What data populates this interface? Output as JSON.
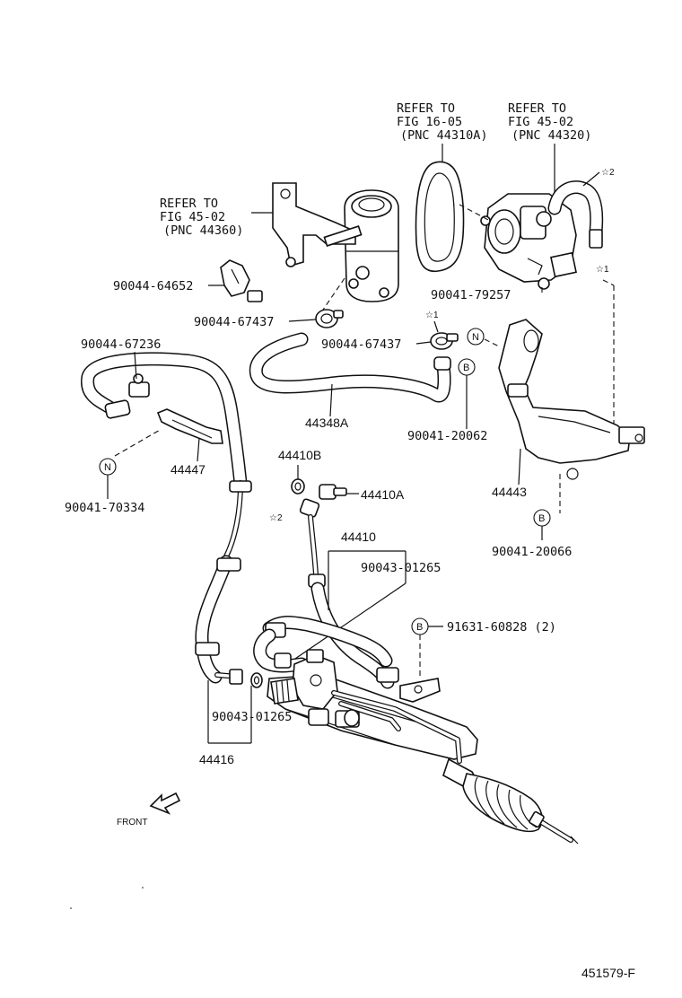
{
  "refer_notes": {
    "belt": [
      "REFER TO",
      "FIG 16-05",
      "(PNC 44310A)"
    ],
    "pump": [
      "REFER TO",
      "FIG 45-02",
      "(PNC 44320)"
    ],
    "reservoir": [
      "REFER TO",
      "FIG 45-02",
      "(PNC 44360)"
    ]
  },
  "part_numbers": {
    "clamp_64652": "90044-64652",
    "clamp_67437_a": "90044-67437",
    "clamp_67437_b": "90044-67437",
    "clamp_67236": "90044-67236",
    "bolt_79257": "90041-79257",
    "bolt_20062": "90041-20062",
    "bolt_70334": "90041-70334",
    "bolt_20066": "90041-20066",
    "hose_44348A": "44348A",
    "clamp_44447": "44447",
    "bracket_44443": "44443",
    "union_44410B": "44410B",
    "bolt_44410A": "44410A",
    "hose_44410": "44410",
    "gasket_01265_a": "90043-01265",
    "gasket_01265_b": "90043-01265",
    "bolt_91631": "91631-60828 (2)",
    "tube_44416": "44416"
  },
  "markers": {
    "star1": "☆1",
    "star2": "☆2",
    "N": "N",
    "B": "B"
  },
  "front_label": "FRONT",
  "figure_id": "451579-F"
}
